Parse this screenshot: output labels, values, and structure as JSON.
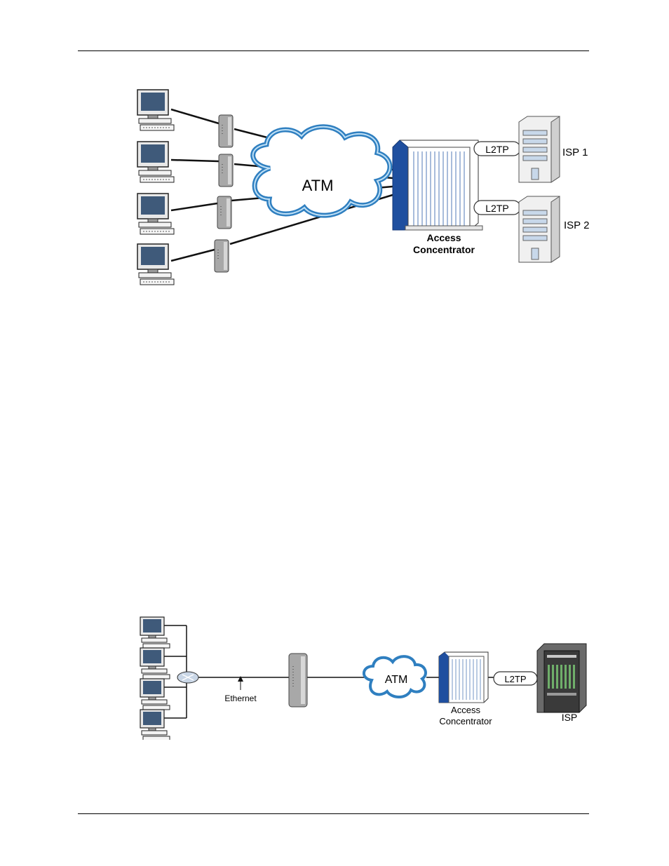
{
  "diagram1": {
    "cloud_label": "ATM",
    "tunnel_labels": [
      "L2TP",
      "L2TP"
    ],
    "isp_labels": [
      "ISP 1",
      "ISP 2"
    ],
    "concentrator_label_line1": "Access",
    "concentrator_label_line2": "Concentrator"
  },
  "diagram2": {
    "link_label": "Ethernet",
    "cloud_label": "ATM",
    "tunnel_label": "L2TP",
    "concentrator_label_line1": "Access",
    "concentrator_label_line2": "Concentrator",
    "isp_label": "ISP"
  },
  "colors": {
    "screen": "#3f5a7a",
    "cloud_edge": "#2f7fc0",
    "cloud_fill": "#ffffff",
    "concentrator_side": "#1f4f9f",
    "device_gray": "#a8a8a8"
  }
}
